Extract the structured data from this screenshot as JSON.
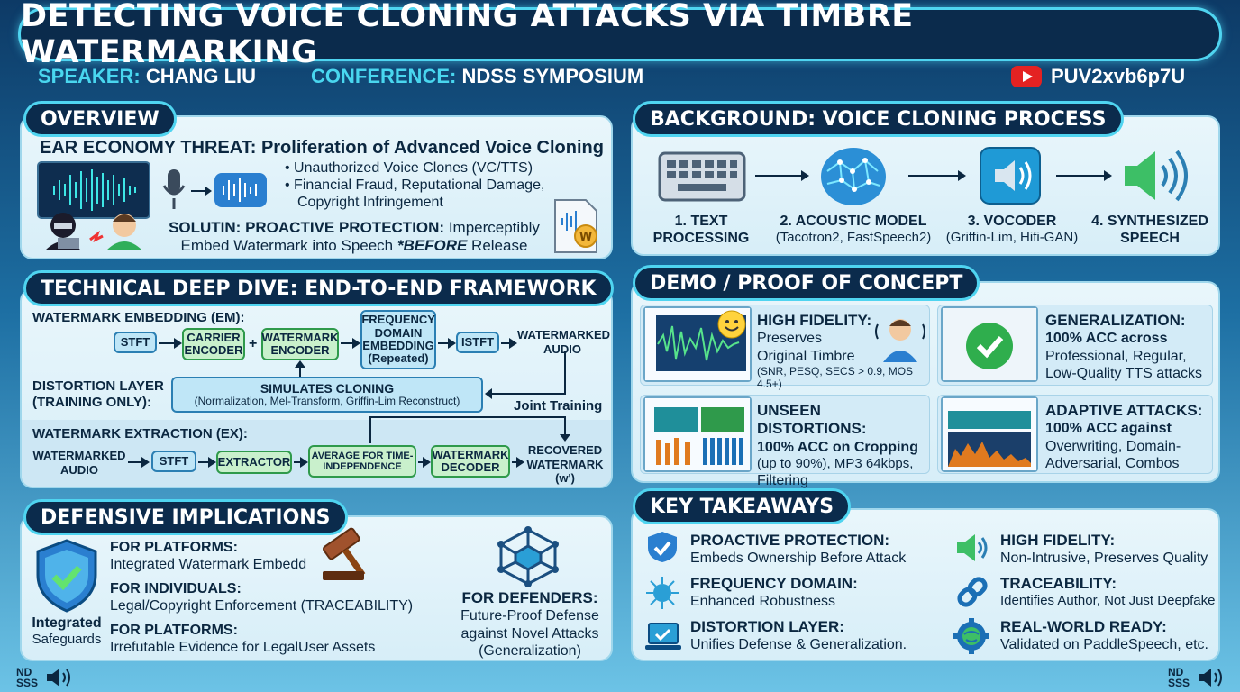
{
  "title": "DETECTING VOICE CLONING ATTACKS VIA TIMBRE WATERMARKING",
  "speaker": {
    "label": "SPEAKER:",
    "value": "CHANG LIU"
  },
  "conference": {
    "label": "CONFERENCE:",
    "value": "NDSS SYMPOSIUM"
  },
  "video_id": "PUV2xvb6p7U",
  "overview": {
    "tab": "OVERVIEW",
    "headline": "EAR ECONOMY THREAT: Proliferation of Advanced Voice Cloning",
    "bullets": [
      "Unauthorized Voice Clones (VC/TTS)",
      "Financial Fraud, Reputational Damage,",
      "Copyright Infringement"
    ],
    "solution_label": "SOLUTIN: PROACTIVE PROTECTION:",
    "solution_text_1": "Imperceptibly",
    "solution_text_2": "Embed Watermark into Speech ",
    "solution_before": "*BEFORE",
    "solution_release": " Release"
  },
  "background": {
    "tab": "BACKGROUND: VOICE CLONING PROCESS",
    "steps": [
      {
        "title": "1. TEXT",
        "title2": "PROCESSING",
        "sub": ""
      },
      {
        "title": "2. ACOUSTIC MODEL",
        "title2": "",
        "sub": "(Tacotron2, FastSpeech2)"
      },
      {
        "title": "3. VOCODER",
        "title2": "",
        "sub": "(Griffin-Lim, Hifi-GAN)"
      },
      {
        "title": "4. SYNTHESIZED",
        "title2": "SPEECH",
        "sub": ""
      }
    ]
  },
  "deep_dive": {
    "tab": "TECHNICAL DEEP DIVE: END-TO-END FRAMEWORK",
    "em_label": "WATERMARK EMBEDDING (EM):",
    "em_boxes": [
      "STFT",
      "CARRIER ENCODER",
      "WATERMARK ENCODER",
      "FREQUENCY DOMAIN EMBEDDING (Repeated)",
      "ISTFT"
    ],
    "plus": "+",
    "watermarked_audio": "WATERMARKED AUDIO",
    "distortion_label_1": "DISTORTION LAYER",
    "distortion_label_2": "(TRAINING ONLY):",
    "simulates_title": "SIMULATES CLONING",
    "simulates_sub": "(Normalization, Mel-Transform, Griffin-Lim Reconstruct)",
    "joint_training": "Joint Training",
    "ex_label": "WATERMARK EXTRACTION (EX):",
    "ex_input": "WATERMARKED AUDIO",
    "ex_boxes": [
      "STFT",
      "EXTRACTOR",
      "AVERAGE FOR TIME-INDEPENDENCE",
      "WATERMARK DECODER"
    ],
    "recovered": "RECOVERED WATERMARK (w')"
  },
  "demo": {
    "tab": "DEMO / PROOF OF CONCEPT",
    "cards": [
      {
        "title": "HIGH FIDELITY:",
        "l1": "Preserves",
        "l2": "Original Timbre",
        "l3": "(SNR, PESQ, SECS > 0.9, MOS 4.5+)"
      },
      {
        "title": "GENERALIZATION:",
        "l1": "100% ACC across",
        "l2": "Professional, Regular,",
        "l3": "Low-Quality TTS attacks"
      },
      {
        "title": "UNSEEN DISTORTIONS:",
        "l1": "100% ACC on Cropping",
        "l2": "(up to 90%), MP3 64kbps,",
        "l3": "Filtering"
      },
      {
        "title": "ADAPTIVE ATTACKS:",
        "l1": "100% ACC against",
        "l2": "Overwriting, Domain-",
        "l3": "Adversarial, Combos"
      }
    ]
  },
  "defensive": {
    "tab": "DEFENSIVE IMPLICATIONS",
    "shield_label_1": "Integrated",
    "shield_label_2": "Safeguards",
    "items": [
      {
        "title": "FOR PLATFORMS:",
        "text": "Integrated Watermark Embedd"
      },
      {
        "title": "FOR INDIVIDUALS:",
        "text": "Legal/Copyright Enforcement (TRACEABILITY)"
      },
      {
        "title": "FOR PLATFORMS:",
        "text": "Irrefutable Evidence for LegalUser Assets"
      }
    ],
    "defenders_title": "FOR DEFENDERS:",
    "defenders_l1": "Future-Proof Defense",
    "defenders_l2": "against Novel Attacks",
    "defenders_l3": "(Generalization)"
  },
  "takeaways": {
    "tab": "KEY TAKEAWAYS",
    "items": [
      {
        "title": "PROACTIVE PROTECTION:",
        "text": "Embeds Ownership Before Attack",
        "icon": "shield-check-icon"
      },
      {
        "title": "HIGH FIDELITY:",
        "text": "Non-Intrusive, Preserves Quality",
        "icon": "speaker-icon"
      },
      {
        "title": "FREQUENCY DOMAIN:",
        "text": "Enhanced Robustness",
        "icon": "virus-icon"
      },
      {
        "title": "TRACEABILITY:",
        "text": "Identifies Author, Not Just Deepfake",
        "icon": "chain-link-icon"
      },
      {
        "title": "DISTORTION LAYER:",
        "text": "Unifies Defense & Generalization.",
        "icon": "laptop-icon"
      },
      {
        "title": "REAL-WORLD READY:",
        "text": "Validated on PaddleSpeech, etc.",
        "icon": "globe-gear-icon"
      }
    ]
  },
  "footer_logo": {
    "l1": "ND",
    "l2": "SSS"
  },
  "colors": {
    "accent": "#4fd4f0",
    "navy": "#0b2b4c",
    "panel": "#e3f3fa"
  }
}
